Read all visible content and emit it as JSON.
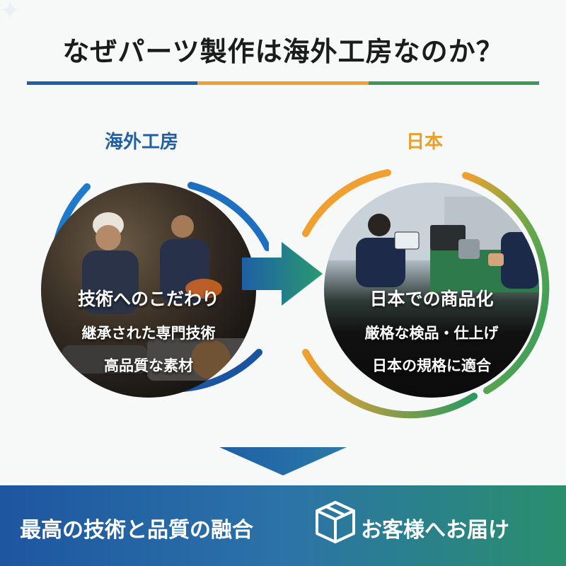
{
  "title": "なぜパーツ製作は海外工房なのか？",
  "colors": {
    "blue": "#1e5fa6",
    "orange": "#f0a030",
    "green": "#3a9a5a",
    "teal": "#2a8a8a"
  },
  "left_panel": {
    "label": "海外工房",
    "line1": "技術へのこだわり",
    "line2": "継承された専門技術",
    "line3": "高品質な素材"
  },
  "right_panel": {
    "label": "日本",
    "line1": "日本での商品化",
    "line2": "厳格な検品・仕上げ",
    "line3": "日本の規格に適合"
  },
  "footer": {
    "left_text": "最高の技術と品質の融合",
    "right_text": "お客様へお届け",
    "icon": "package-box-icon"
  }
}
